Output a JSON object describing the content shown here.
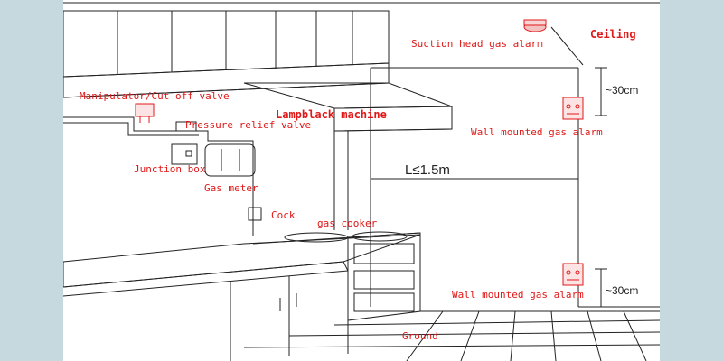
{
  "labels": {
    "suction_alarm": "Suction head gas alarm",
    "ceiling": "Ceiling",
    "manipulator": "Manipulator/Cut off valve",
    "pressure_relief": "Pressure relief valve",
    "lampblack": "Lampblack machine",
    "wall_alarm_top": "Wall mounted gas alarm",
    "junction_box": "Junction box",
    "gas_meter": "Gas meter",
    "distance": "L≤1.5m",
    "cock": "Cock",
    "gas_cooker": "gas cooker",
    "wall_alarm_bottom": "Wall mounted gas alarm",
    "ground": "Ground",
    "dim_top": "~30cm",
    "dim_bottom": "~30cm"
  },
  "colors": {
    "label": "#e01818",
    "line": "#222222",
    "background": "#c5d9de"
  },
  "icons": [
    "alarm-head-icon",
    "wall-alarm-icon",
    "valve-icon",
    "gas-meter-icon",
    "cock-icon"
  ]
}
